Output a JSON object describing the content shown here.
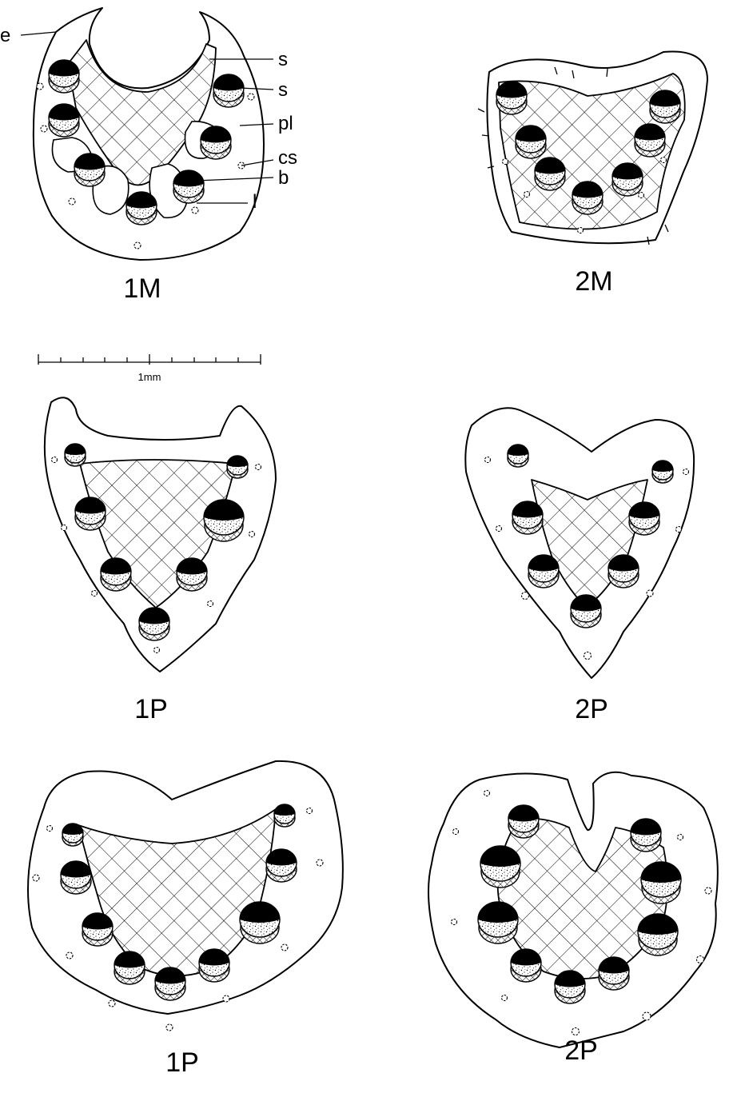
{
  "panels": [
    {
      "id": "1M",
      "caption": "1M"
    },
    {
      "id": "2M",
      "caption": "2M"
    },
    {
      "id": "1P-top",
      "caption": "1P"
    },
    {
      "id": "2P-top",
      "caption": "2P"
    },
    {
      "id": "1P-bottom",
      "caption": "1P"
    },
    {
      "id": "2P-bottom",
      "caption": "2P"
    }
  ],
  "labels": {
    "e": "e",
    "s_upper": "s",
    "s_lower": "s",
    "pl": "pl",
    "cs": "cs",
    "b": "b",
    "l": "l"
  },
  "scale_bar": {
    "label": "1mm"
  }
}
